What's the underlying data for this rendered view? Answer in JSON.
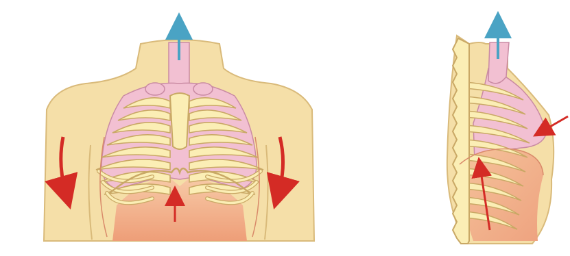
{
  "figure": {
    "panels": [
      {
        "view": "front",
        "arrows": [
          "up-airway",
          "down-left",
          "down-right",
          "up-diaphragm"
        ]
      },
      {
        "view": "side",
        "arrows": [
          "up-airway",
          "inward-front",
          "up-diaphragm"
        ]
      }
    ],
    "colors": {
      "skin": "#f5dfa8",
      "skin_outline": "#d9ba7a",
      "bone": "#fbeeb5",
      "bone_outline": "#c9a865",
      "lung_tissue": "#f2c0d2",
      "diaphragm_fill": "#f1b48e",
      "arrow_exhale": "#4aa3c4",
      "arrow_force": "#d42b25"
    }
  }
}
